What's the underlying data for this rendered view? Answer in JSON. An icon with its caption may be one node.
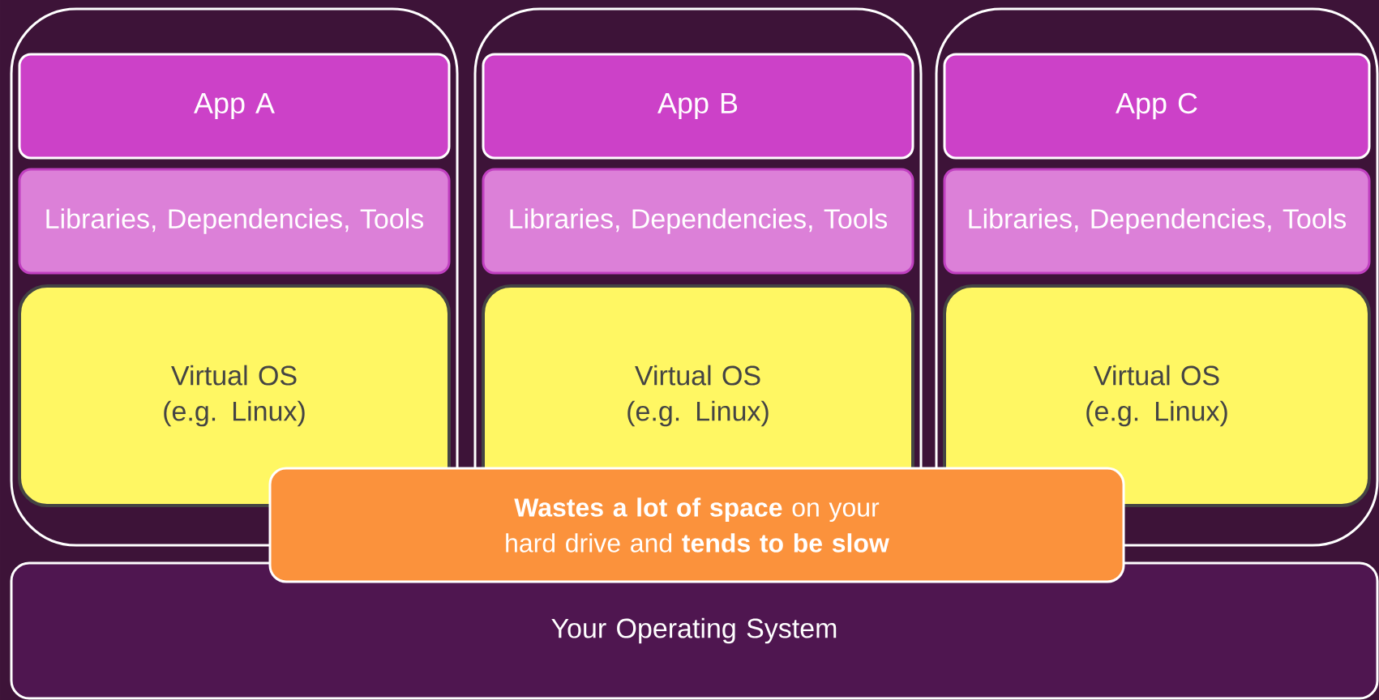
{
  "diagram": {
    "nodes": [
      {
        "text": [],
        "shape": "box"
      },
      {
        "text": [
          "App A"
        ],
        "in": 0
      },
      {
        "text": [
          "Libraries, Dependencies, Tools"
        ],
        "in": 0
      },
      {
        "text": [
          "Virtual OS (e.g. Linux)"
        ],
        "in": 0
      },
      {
        "text": [],
        "shape": "box"
      },
      {
        "text": [
          "App B"
        ],
        "in": 4
      },
      {
        "text": [
          "Libraries, Dependencies, Tools"
        ],
        "in": 4
      },
      {
        "text": [
          "Virtual OS (e.g. Linux)"
        ],
        "in": 4
      },
      {
        "text": [],
        "shape": "box"
      },
      {
        "text": [
          "App C"
        ],
        "in": 8
      },
      {
        "text": [
          "Libraries, Dependencies, Tools"
        ],
        "in": 8
      },
      {
        "text": [
          "Virtual OS (e.g. Linux)"
        ],
        "in": 8
      },
      {
        "text": [
          "**Wastes a lot of space** on your hard drive and **tends to be slow**"
        ]
      },
      {
        "text": [
          "Your Operating System"
        ]
      }
    ]
  }
}
